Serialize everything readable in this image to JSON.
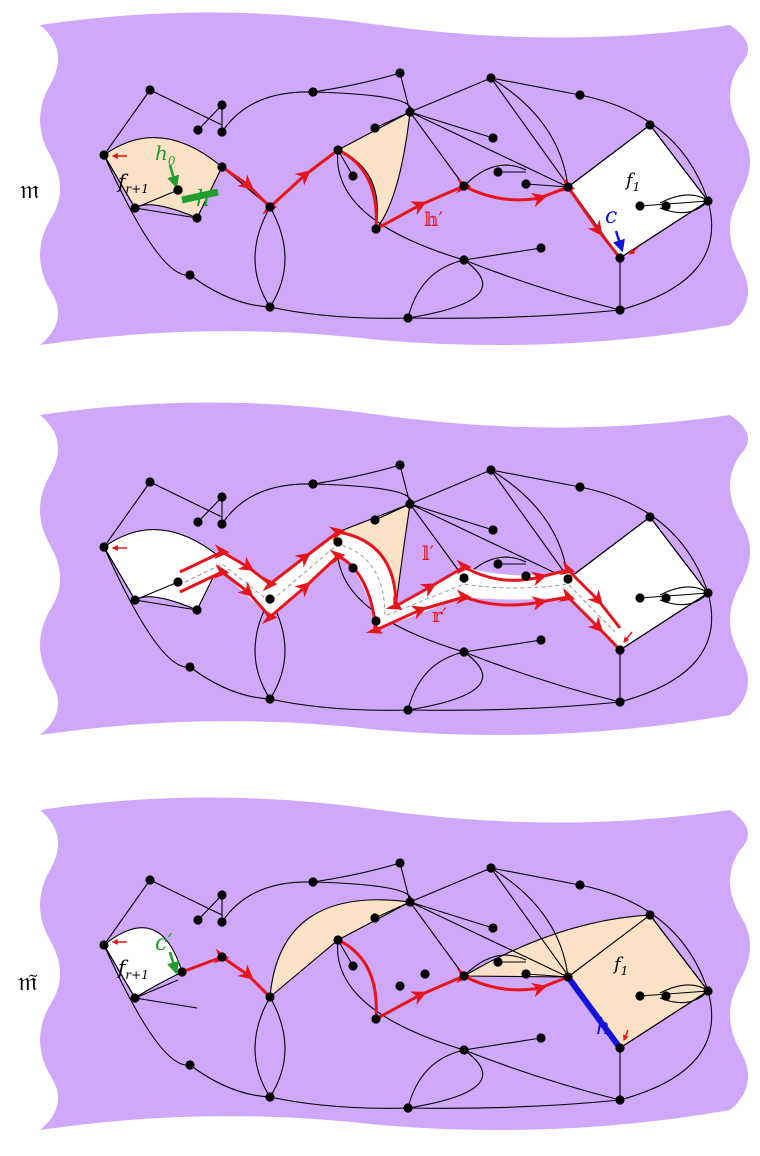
{
  "panels": [
    {
      "id": "top",
      "side_label": "𝔪",
      "labels": {
        "face_left": "f",
        "face_left_sub": "r+1",
        "h0": "h",
        "h0_sub": "0",
        "h_prime": "h′",
        "h_path": "𝕙′",
        "c": "c",
        "face_right": "f",
        "face_right_sub": "1"
      }
    },
    {
      "id": "middle",
      "side_label": "",
      "labels": {
        "l_path": "𝕝′",
        "r_path": "𝕣′"
      }
    },
    {
      "id": "bottom",
      "side_label": "𝔪̃",
      "labels": {
        "face_left": "f",
        "face_left_sub": "r+1",
        "c_prime": "c′",
        "face_right": "f",
        "face_right_sub": "1",
        "h": "h"
      }
    }
  ],
  "colors": {
    "background": "#d0a8fa",
    "face_fill": "#fbe1c5",
    "path_red": "#e4151b",
    "green": "#1f9e2e",
    "blue": "#1414d8",
    "edge": "#000000",
    "vertex": "#000000"
  }
}
